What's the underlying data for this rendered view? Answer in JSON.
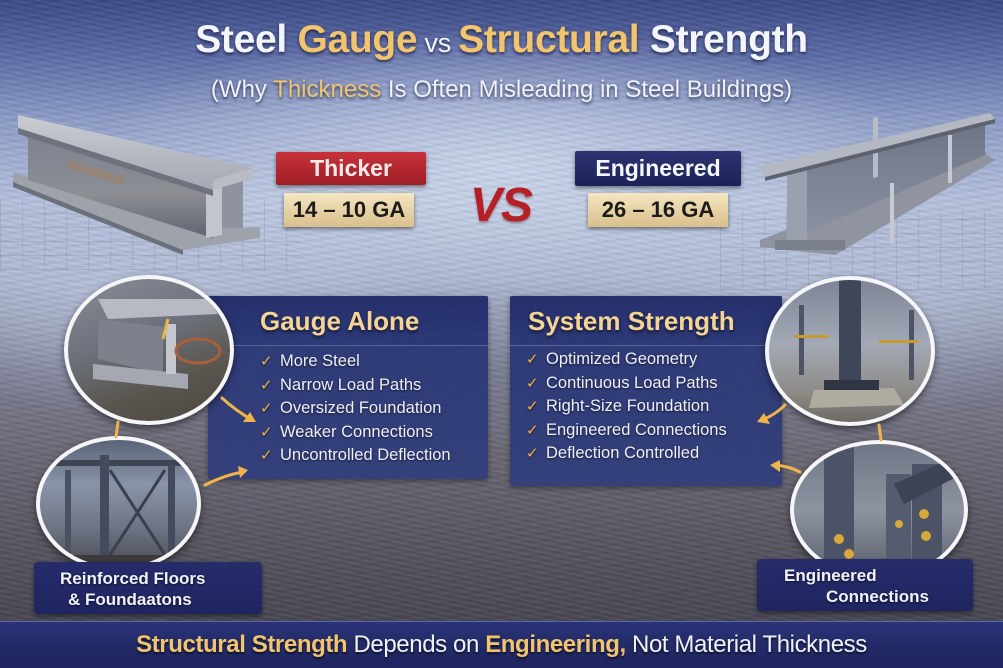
{
  "header": {
    "title_parts": {
      "part1": "Steel ",
      "part2_gold": "Gauge",
      "part3_vs": " vs ",
      "part4_gold": "Structural",
      "part5": " Strength"
    },
    "subtitle_parts": {
      "open": "(Why ",
      "gold": "Thickness",
      "rest": " Is Often Misleading in Steel Buildings)"
    }
  },
  "comparison": {
    "left": {
      "label": "Thicker",
      "gauge_range": "14 – 10 GA",
      "label_color": "#b3262d"
    },
    "vs_label": "VS",
    "right": {
      "label": "Engineered",
      "gauge_range": "26 – 16 GA",
      "label_color": "#252b66"
    }
  },
  "panels": {
    "gauge_alone": {
      "title": "Gauge Alone",
      "items": [
        "More Steel",
        "Narrow Load Paths",
        "Oversized Foundation",
        "Weaker Connections",
        "Uncontrolled Deflection"
      ]
    },
    "system_strength": {
      "title": "System Strength",
      "items": [
        "Optimized Geometry",
        "Continuous Load Paths",
        "Right-Size Foundation",
        "Engineered Connections",
        "Deflection Controlled"
      ]
    }
  },
  "captions": {
    "left": {
      "line1": "Reinforced Floors",
      "line2": "& Foundaatons"
    },
    "right": {
      "line1": "Engineered",
      "line2": "Connections"
    }
  },
  "footer": {
    "part1_gold": "Structural Strength",
    "part2": " Depends on ",
    "part3_gold": "Engineering,",
    "part4": " Not Material Thickness"
  },
  "icons": {
    "check": "✓"
  },
  "colors": {
    "accent_gold": "#f2c46e",
    "navy": "#252b66",
    "red": "#b3262d",
    "check_orange": "#f2b547"
  }
}
